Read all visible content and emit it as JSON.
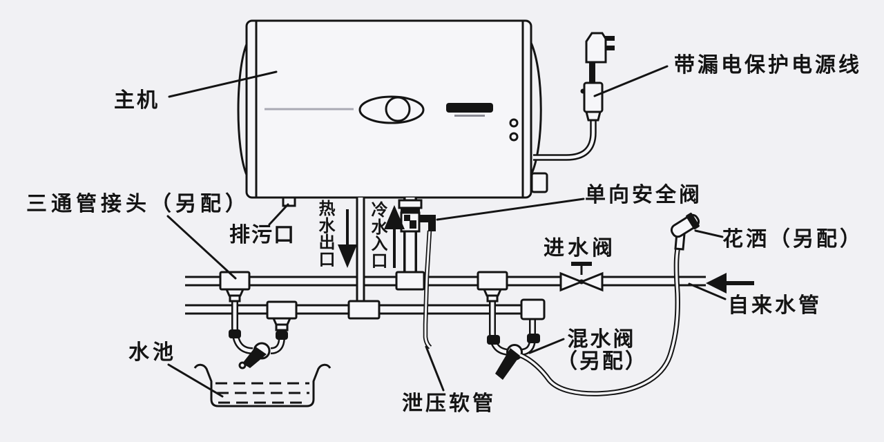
{
  "labels": {
    "main_unit": "主机",
    "power_cord": "带漏电保护电源线",
    "tee_connector": "三通管接头（另配）",
    "drain_outlet": "排污口",
    "hot_water_outlet": "热水出口",
    "cold_water_inlet": "冷水入口",
    "safety_valve": "单向安全阀",
    "inlet_valve": "进水阀",
    "shower_head": "花洒（另配）",
    "tap_water_pipe": "自来水管",
    "mixing_valve": "混水阀",
    "mixing_valve_note": "（另配）",
    "water_pool": "水池",
    "relief_hose": "泄压软管"
  },
  "colors": {
    "background": "#f1f1f4",
    "ink": "#141414",
    "paper": "#f6f6f9",
    "heater_panel_line": "#a9a9b4"
  }
}
